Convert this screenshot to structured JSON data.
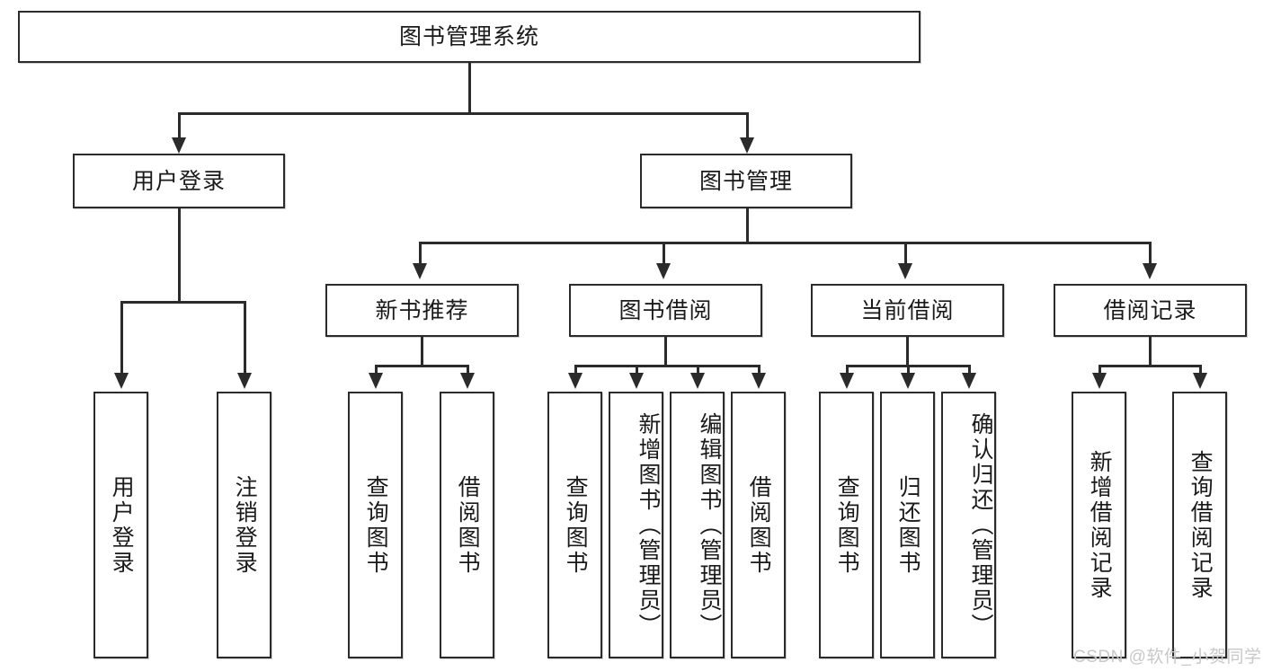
{
  "diagram": {
    "type": "tree",
    "title": "图书管理系统",
    "watermark": "CSDN @软件_小贺同学",
    "root": {
      "label": "图书管理系统"
    },
    "level2": [
      {
        "label": "用户登录"
      },
      {
        "label": "图书管理"
      }
    ],
    "level3": [
      {
        "label": "新书推荐"
      },
      {
        "label": "图书借阅"
      },
      {
        "label": "当前借阅"
      },
      {
        "label": "借阅记录"
      }
    ],
    "leaves": {
      "user_login": [
        {
          "label": "用户登录"
        },
        {
          "label": "注销登录"
        }
      ],
      "new_book": [
        {
          "label": "查询图书"
        },
        {
          "label": "借阅图书"
        }
      ],
      "book_borrow": [
        {
          "label": "查询图书"
        },
        {
          "label": "新增图书（管理员）"
        },
        {
          "label": "编辑图书（管理员）"
        },
        {
          "label": "借阅图书"
        }
      ],
      "current_borrow": [
        {
          "label": "查询图书"
        },
        {
          "label": "归还图书"
        },
        {
          "label": "确认归还（管理员）"
        }
      ],
      "borrow_record": [
        {
          "label": "新增借阅记录"
        },
        {
          "label": "查询借阅记录"
        }
      ]
    },
    "colors": {
      "stroke": "#2b2b2b",
      "fill": "#ffffff",
      "text": "#1a1a1a",
      "watermark": "#c8c8c8"
    }
  }
}
